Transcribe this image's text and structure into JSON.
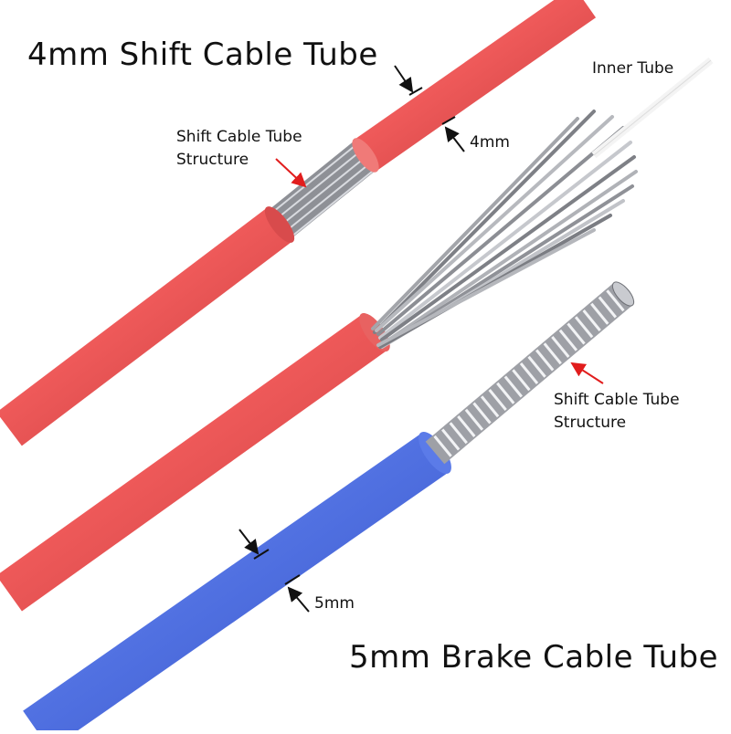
{
  "image": {
    "title_top": "4mm Shift Cable Tube",
    "title_bottom": "5mm Brake Cable Tube",
    "label_inner_tube": "Inner Tube",
    "label_4mm": "4mm",
    "label_5mm": "5mm",
    "structure_label_1": {
      "line1": "Shift Cable Tube",
      "line2": "Structure"
    },
    "structure_label_2": {
      "line1": "Shift Cable Tube",
      "line2": "Structure"
    }
  },
  "colors": {
    "shift_tube": "#ee5959",
    "shift_tube_shadow": "#c93f40",
    "brake_tube": "#4f6fe0",
    "brake_tube_shadow": "#3a55c2",
    "steel": "#a8aab0",
    "arrow_red": "#e11d1d",
    "dimension_arrow": "#111111"
  }
}
